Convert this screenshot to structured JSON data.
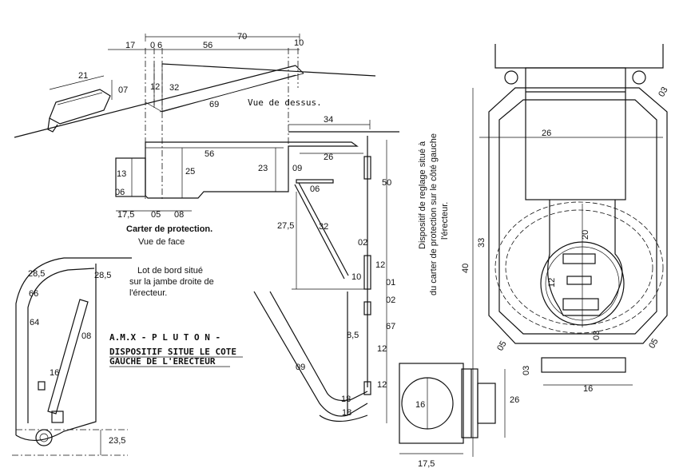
{
  "top_view": {
    "title": "Vue de dessus.",
    "dims": {
      "d70": "70",
      "d17": "17",
      "d0a": "0",
      "d6": "6",
      "d56": "56",
      "d10": "10",
      "d21": "21",
      "d07": "07",
      "d12": "12",
      "d32": "32",
      "d69": "69",
      "d34": "34"
    }
  },
  "front_view": {
    "title": "Carter de protection.",
    "subtitle": "Vue de face",
    "dims": {
      "d56": "56",
      "d26": "26",
      "d13": "13",
      "d25": "25",
      "d23": "23",
      "d09": "09",
      "d06a": "06",
      "d06b": "06",
      "d17_5": "17,5",
      "d05": "05",
      "d08": "08",
      "d50": "50",
      "d27_5": "27,5",
      "d32": "32",
      "d02a": "02",
      "d12a": "12",
      "d10": "10",
      "d01": "01",
      "d02b": "02",
      "d8_5": "8,5",
      "d67": "67",
      "d12b": "12",
      "d12c": "12",
      "d09b": "09",
      "d18a": "18",
      "d18b": "18"
    }
  },
  "edge_part": {
    "caption_lines": [
      "Lot de bord situé",
      "sur la jambe droite de",
      "l'érecteur."
    ],
    "dims": {
      "d28_5a": "28,5",
      "d28_5b": "28,5",
      "d66": "66",
      "d64": "64",
      "d08": "08",
      "d16": "16",
      "d23_5": "23,5"
    }
  },
  "title_block": {
    "line1": "A.M.X - P L U T O N -",
    "line2": "DISPOSITIF SITUE LE COTE",
    "line3": "GAUCHE DE L'ERECTEUR"
  },
  "vertical_note": {
    "lines": [
      "Dispositif de reglage situé à",
      "du carter de protection sur le côté gauche",
      "l'érecteur."
    ]
  },
  "side_part": {
    "dims": {
      "d16": "16",
      "d17_5": "17,5",
      "d26": "26"
    }
  },
  "right_view": {
    "dims": {
      "d26": "26",
      "d33": "33",
      "d40": "40",
      "d20": "20",
      "d12": "12",
      "d03a": "03",
      "d03b": "03",
      "d03c": "03",
      "d05a": "05",
      "d05b": "05",
      "d16": "16"
    }
  }
}
